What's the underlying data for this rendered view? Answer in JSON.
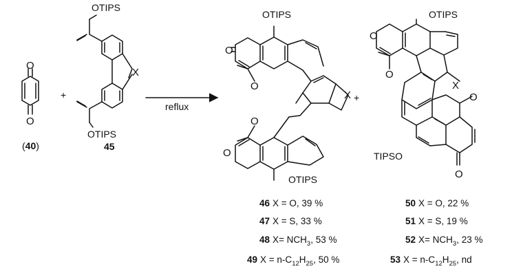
{
  "scheme": {
    "plus_sign": "+",
    "arrow_label": "reflux",
    "atom_O": "O",
    "atom_X": "X",
    "group_otips": "OTIPS",
    "group_tipso": "TIPSO",
    "reactant1": {
      "label_open": "(",
      "label_num": "40",
      "label_close": ")"
    },
    "reactant2": {
      "label": "45"
    },
    "yields_left": [
      {
        "num": "46",
        "text": "X = O, 39 %"
      },
      {
        "num": "47",
        "text": "X = S, 33 %"
      },
      {
        "num": "48",
        "text": "X= NCH",
        "sub": "3",
        "tail": ", 53 %"
      },
      {
        "num": "49",
        "text": "X = n-C",
        "sub": "12",
        "mid": "H",
        "sub2": "25",
        "tail": ", 50 %"
      }
    ],
    "yields_right": [
      {
        "num": "50",
        "text": "X = O, 22 %"
      },
      {
        "num": "51",
        "text": "X = S, 19 %"
      },
      {
        "num": "52",
        "text": "X= NCH",
        "sub": "3",
        "tail": ", 23 %"
      },
      {
        "num": "53",
        "text": "X = n-C",
        "sub": "12",
        "mid": "H",
        "sub2": "25",
        "tail": ", nd"
      }
    ]
  }
}
